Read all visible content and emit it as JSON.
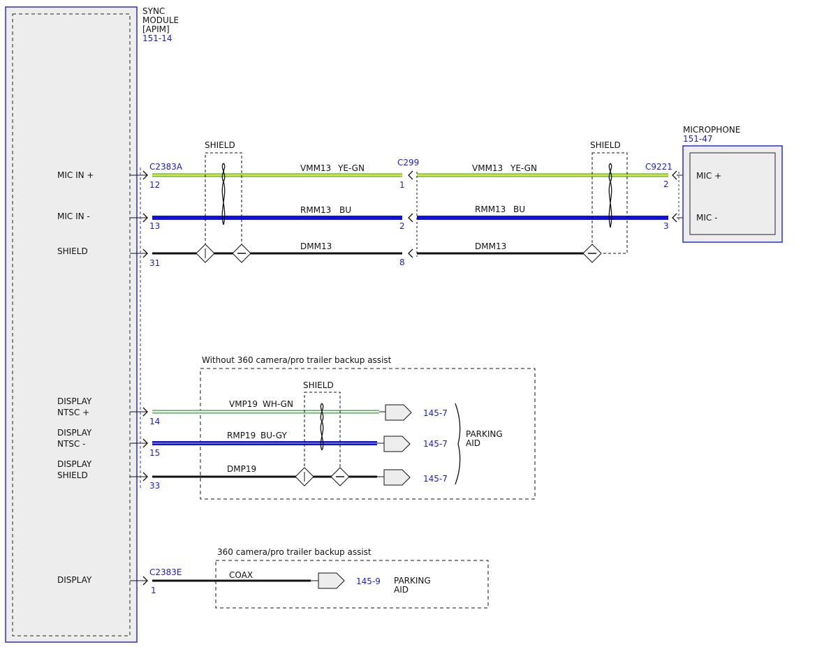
{
  "module": {
    "title_lines": [
      "SYNC",
      "MODULE",
      "[APIM]"
    ],
    "ref": "151-14",
    "signals": {
      "mic_in_plus": "MIC IN +",
      "mic_in_minus": "MIC IN -",
      "shield": "SHIELD",
      "display_ntsc_plus": [
        "DISPLAY",
        "NTSC +"
      ],
      "display_ntsc_minus": [
        "DISPLAY",
        "NTSC -"
      ],
      "display_shield": [
        "DISPLAY",
        "SHIELD"
      ],
      "display": "DISPLAY"
    }
  },
  "connectors": {
    "c2383a": "C2383A",
    "c299": "C299",
    "c9221": "C9221",
    "c2383e": "C2383E"
  },
  "pins": {
    "c2383a": [
      "12",
      "13",
      "31",
      "14",
      "15",
      "33"
    ],
    "c299": [
      "1",
      "2",
      "8"
    ],
    "c9221": [
      "2",
      "3"
    ],
    "c2383e": [
      "1"
    ]
  },
  "shield_label": "SHIELD",
  "wires": {
    "vmm13": {
      "circuit": "VMM13",
      "color": "YE-GN"
    },
    "rmm13": {
      "circuit": "RMM13",
      "color": "BU"
    },
    "dmm13": {
      "circuit": "DMM13"
    },
    "vmp19": {
      "circuit": "VMP19",
      "color": "WH-GN"
    },
    "rmp19": {
      "circuit": "RMP19",
      "color": "BU-GY"
    },
    "dmp19": {
      "circuit": "DMP19"
    },
    "coax": {
      "circuit": "COAX"
    }
  },
  "microphone": {
    "title": "MICROPHONE",
    "ref": "151-47",
    "pins": [
      "MIC +",
      "MIC -"
    ]
  },
  "option_without": {
    "caption": "Without 360 camera/pro trailer backup assist",
    "refs": [
      "145-7",
      "145-7",
      "145-7"
    ],
    "dest": [
      "PARKING",
      "AID"
    ]
  },
  "option_with": {
    "caption": "360 camera/pro trailer backup assist",
    "ref": "145-9",
    "dest": [
      "PARKING",
      "AID"
    ]
  },
  "colors": {
    "outline_blue": "#2b2bd6",
    "ref_blue": "#1b1bd6",
    "wire_blue": "#1010e0",
    "yellow_green": "#d9e63a",
    "green": "#3d9a3d",
    "black": "#111111",
    "module_fill": "#ededed"
  }
}
